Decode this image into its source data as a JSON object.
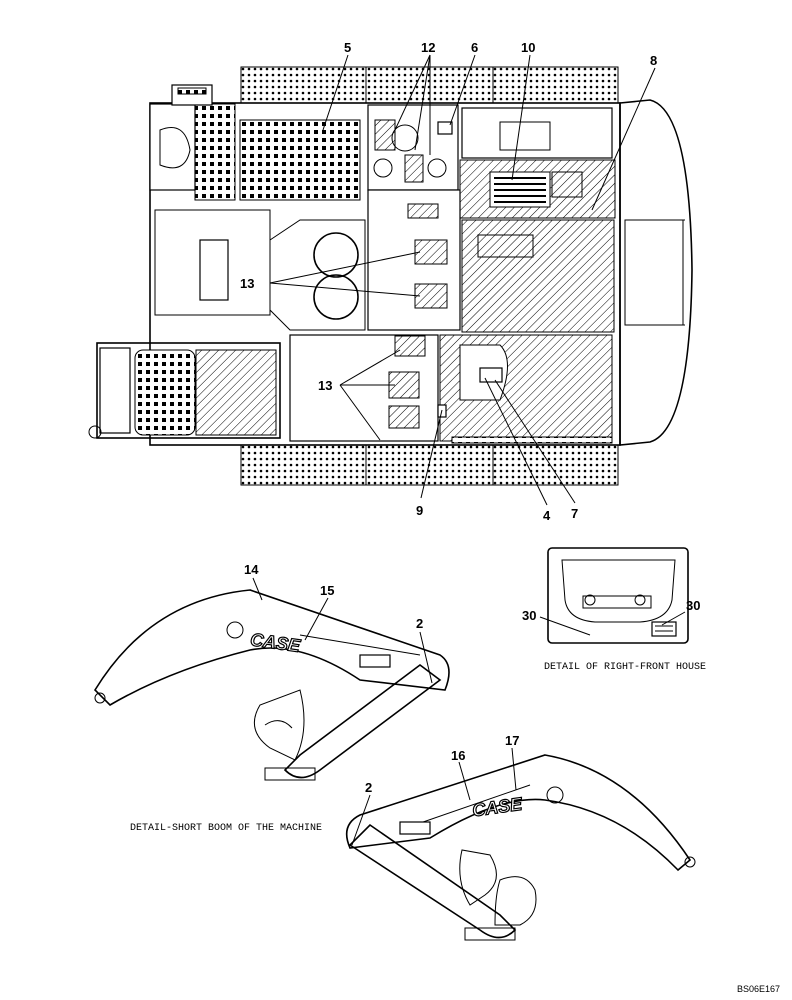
{
  "callouts": {
    "c5": "5",
    "c12": "12",
    "c6": "6",
    "c10": "10",
    "c8": "8",
    "c13a": "13",
    "c13b": "13",
    "c9": "9",
    "c4": "4",
    "c7": "7",
    "c14": "14",
    "c15": "15",
    "c2a": "2",
    "c30a": "30",
    "c30b": "30",
    "c16": "16",
    "c17": "17",
    "c2b": "2"
  },
  "captions": {
    "right_front_house": "DETAIL OF RIGHT-FRONT HOUSE",
    "short_boom": "DETAIL-SHORT BOOM OF THE MACHINE"
  },
  "logos": {
    "boom_logo_1": "CASE",
    "boom_logo_2": "CASE"
  },
  "drawing_code": "BS06E167"
}
